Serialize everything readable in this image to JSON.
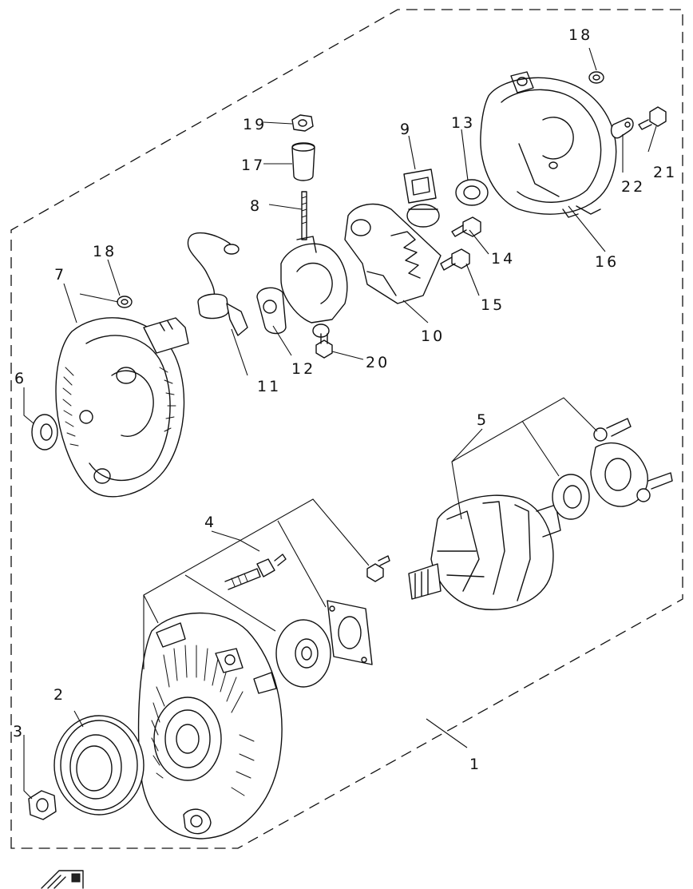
{
  "callouts": {
    "c1": "1",
    "c2": "2",
    "c3": "3",
    "c4": "4",
    "c5": "5",
    "c6": "6",
    "c7": "7",
    "c8": "8",
    "c9": "9",
    "c10": "10",
    "c11": "11",
    "c12": "12",
    "c13": "13",
    "c14": "14",
    "c15": "15",
    "c16": "16",
    "c17": "17",
    "c18a": "18",
    "c18b": "18",
    "c19": "19",
    "c20": "20",
    "c21": "21",
    "c22": "22"
  },
  "colors": {
    "line": "#111111",
    "background": "#ffffff"
  }
}
